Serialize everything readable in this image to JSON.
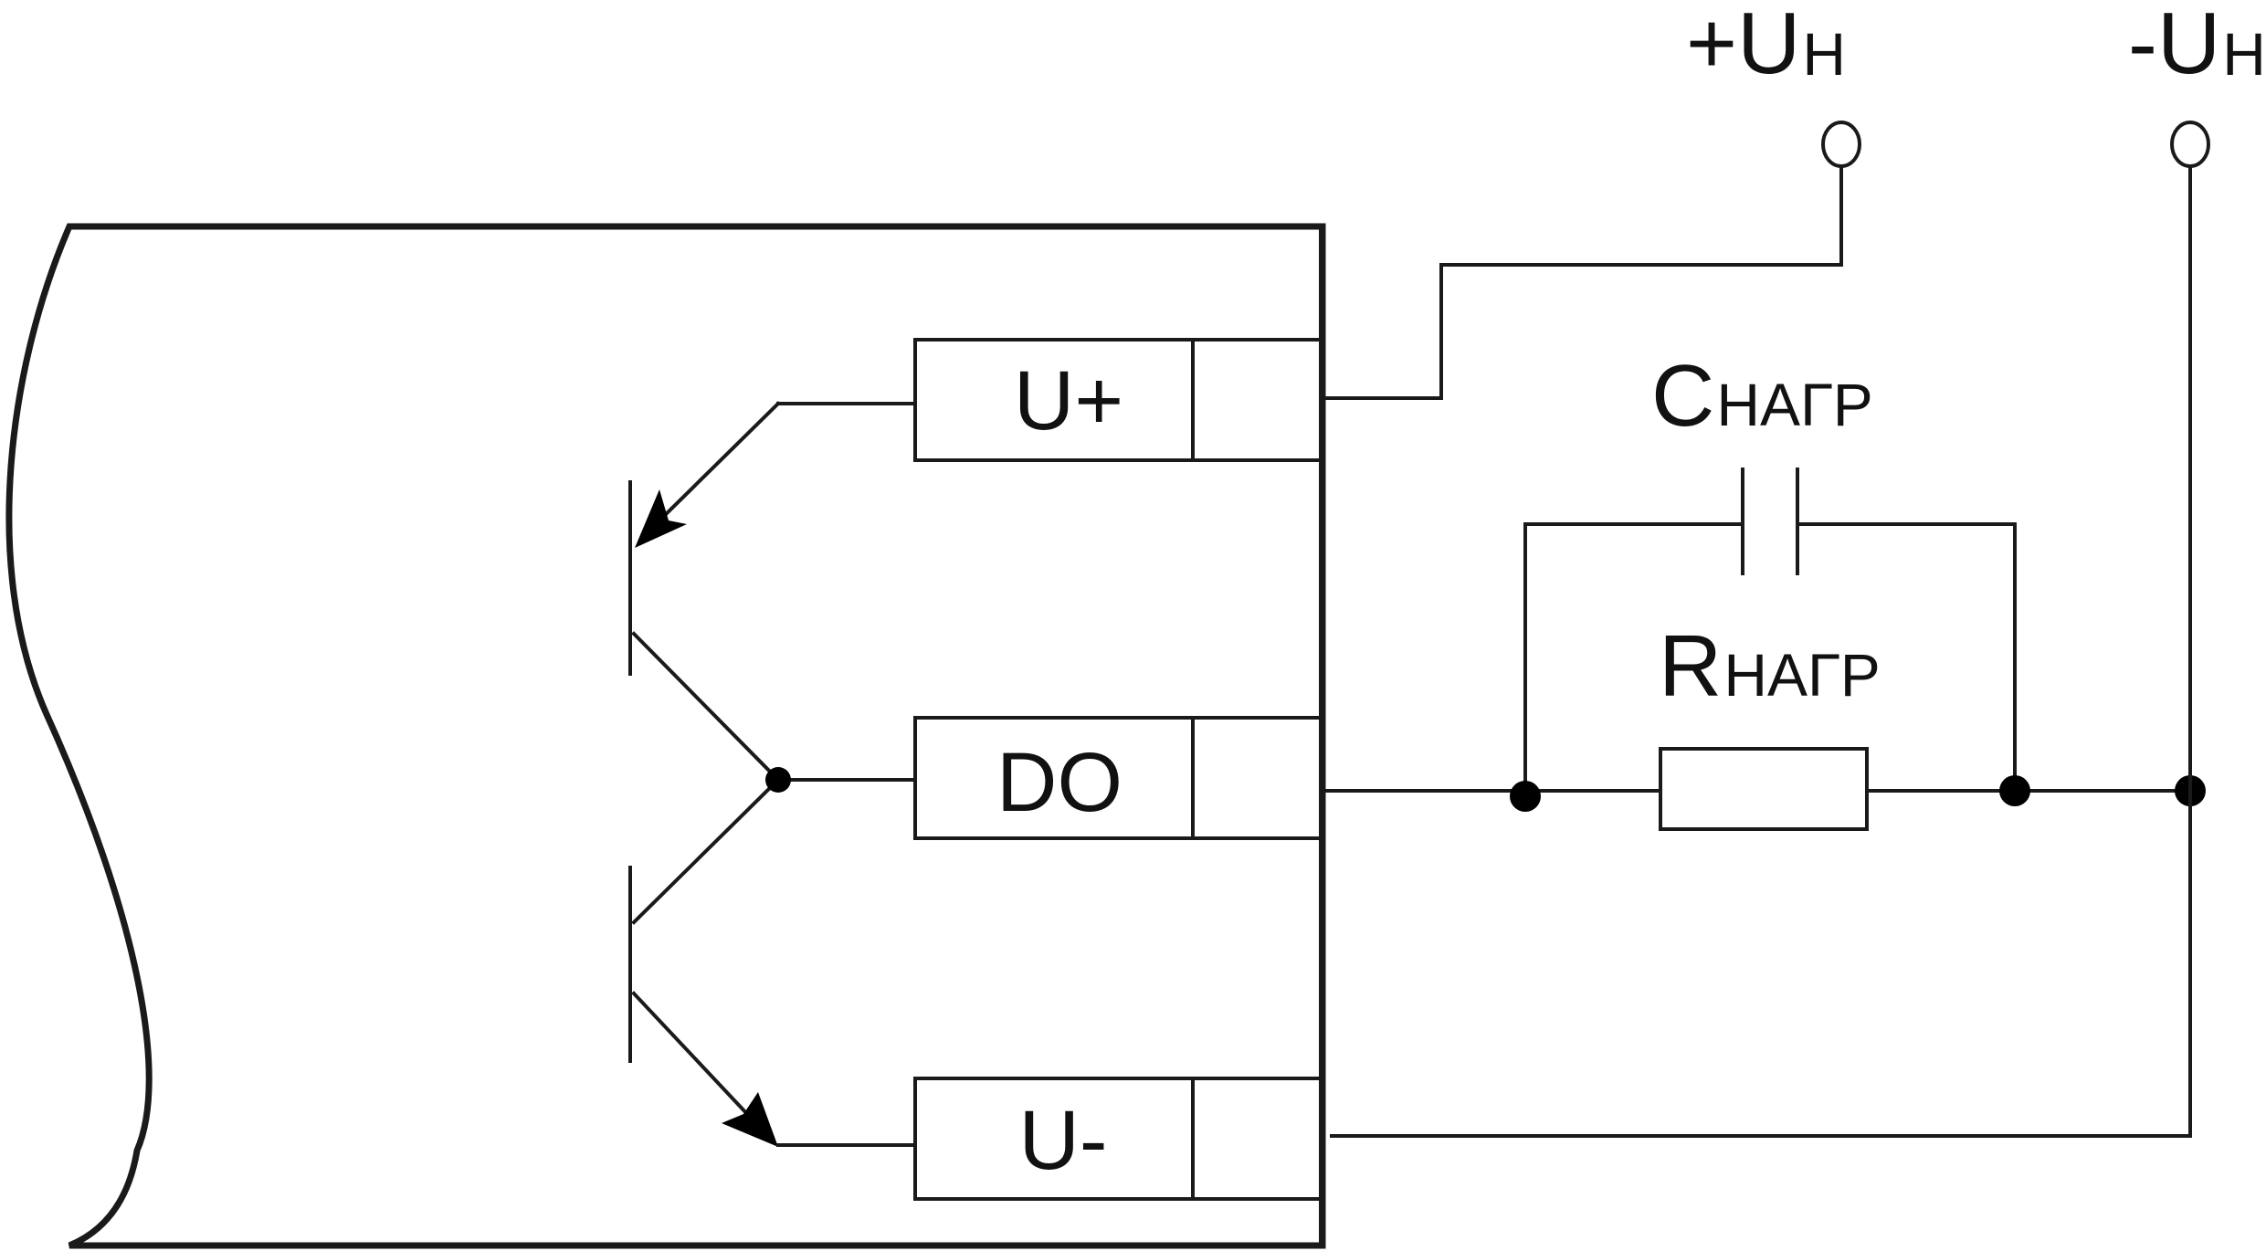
{
  "terminals": {
    "positive_supply": {
      "main": "+U",
      "sub": "Н"
    },
    "negative_supply": {
      "main": "-U",
      "sub": "Н"
    }
  },
  "connector_pins": [
    {
      "id": "u-plus",
      "label": "U+"
    },
    {
      "id": "do",
      "label": "DO"
    },
    {
      "id": "u-minus",
      "label": "U-"
    }
  ],
  "load": {
    "capacitor": {
      "main": "C",
      "sub": "НАГР"
    },
    "resistor": {
      "main": "R",
      "sub": "НАГР"
    }
  }
}
